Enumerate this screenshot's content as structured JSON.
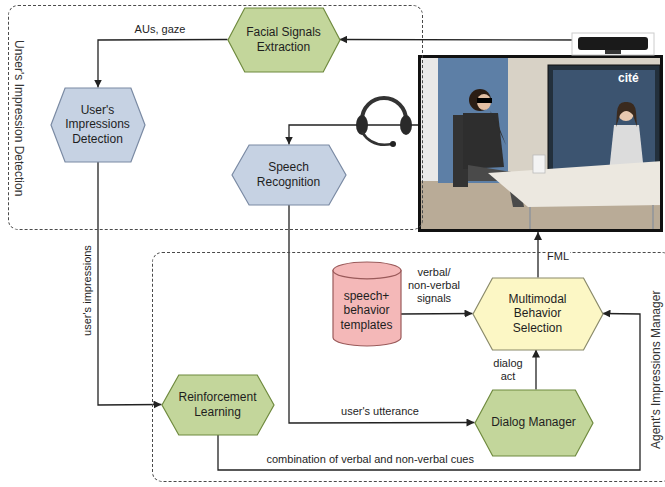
{
  "diagram": {
    "nodes": [
      {
        "text": [
          "Unser's Impression Detection"
        ]
      },
      {
        "text": [
          "Facial Signals Extraction"
        ],
        "in": 0
      },
      {
        "text": [
          "cité"
        ]
      },
      {
        "text": [
          "User's Impressions Detection"
        ],
        "in": 0
      },
      {
        "text": [
          "Speech Recognition"
        ],
        "in": 0
      },
      {
        "text": [
          "Agent's Impressions Manager"
        ]
      },
      {
        "text": [
          "speech+ behavior templates"
        ],
        "in": 5
      },
      {
        "text": [
          "Multimodal Behavior Selection"
        ],
        "in": 5
      },
      {
        "text": [
          "Reinforcement Learning"
        ],
        "in": 5
      },
      {
        "text": [
          "Dialog Manager"
        ],
        "in": 5
      }
    ],
    "edges": [
      {
        "from": 2,
        "to": 1,
        "arrow": "to"
      },
      {
        "from": 1,
        "to": 3,
        "label": "AUs, gaze",
        "arrow": "to"
      },
      {
        "from": 2,
        "to": 4,
        "arrow": "to"
      },
      {
        "from": 3,
        "to": 8,
        "label": "user's impressions",
        "arrow": "to"
      },
      {
        "from": 4,
        "to": 9,
        "label": "user's utterance",
        "arrow": "to"
      },
      {
        "from": 9,
        "to": 7,
        "label": "dialog act",
        "arrow": "to"
      },
      {
        "from": 6,
        "to": 7,
        "label": "verbal/ non-verbal signals",
        "arrow": "to"
      },
      {
        "from": 7,
        "to": 2,
        "label": "FML",
        "arrow": "to"
      },
      {
        "from": 8,
        "to": 7,
        "label": "combination of verbal and non-verbal cues",
        "arrow": "to"
      }
    ]
  }
}
